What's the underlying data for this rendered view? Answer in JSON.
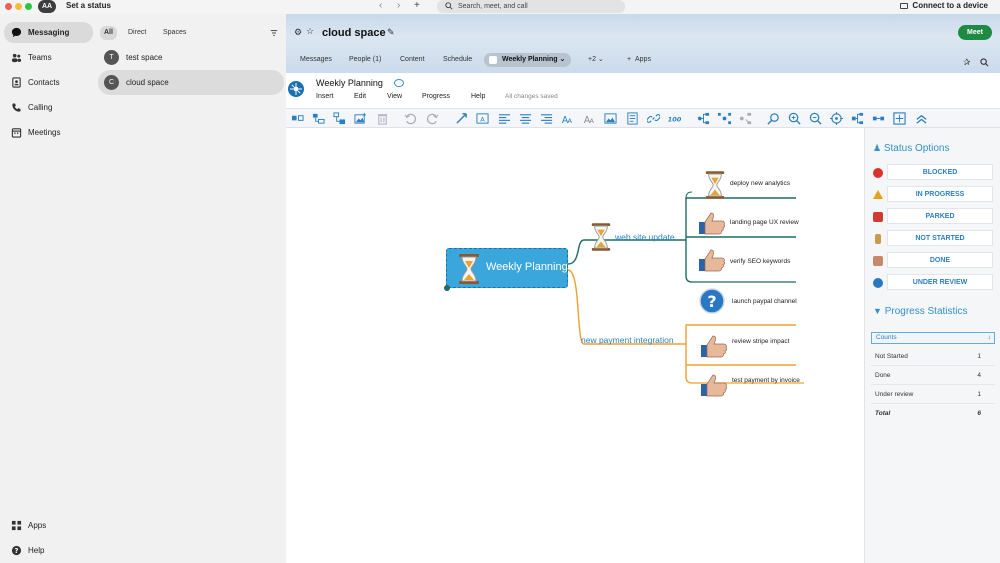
{
  "titlebar": {
    "user_initials": "AA",
    "status_link": "Set a status",
    "search_placeholder": "Search, meet, and call",
    "connect_label": "Connect to a device"
  },
  "nav": {
    "items": [
      {
        "label": "Messaging",
        "icon": "chat-bubble-icon",
        "active": true
      },
      {
        "label": "Teams",
        "icon": "teams-icon",
        "active": false
      },
      {
        "label": "Contacts",
        "icon": "contacts-icon",
        "active": false
      },
      {
        "label": "Calling",
        "icon": "phone-icon",
        "active": false
      },
      {
        "label": "Meetings",
        "icon": "calendar-icon",
        "active": false
      }
    ],
    "apps_label": "Apps",
    "help_label": "Help"
  },
  "spaces": {
    "filters": [
      "All",
      "Direct",
      "Spaces"
    ],
    "active_filter": "All",
    "items": [
      {
        "initial": "T",
        "name": "test space",
        "selected": false
      },
      {
        "initial": "C",
        "name": "cloud space",
        "selected": true
      }
    ]
  },
  "space": {
    "title": "cloud space",
    "meet_label": "Meet",
    "tabs": [
      "Messages",
      "People (1)",
      "Content",
      "Schedule"
    ],
    "active_tab": "Weekly Planning",
    "more_tabs": "+2",
    "apps_tab": "Apps"
  },
  "app": {
    "title": "Weekly Planning",
    "menus": [
      "Insert",
      "Edit",
      "View",
      "Progress",
      "Help"
    ],
    "saved_status": "All changes saved"
  },
  "mindmap": {
    "root": "Weekly Planning",
    "branches": [
      {
        "label": "web site update",
        "color": "#1f6b66",
        "children": [
          {
            "label": "deploy new analytics",
            "icon": "hourglass-icon"
          },
          {
            "label": "landing page UX review",
            "icon": "thumbs-up-icon"
          },
          {
            "label": "verify SEO keywords",
            "icon": "thumbs-up-icon"
          }
        ]
      },
      {
        "label": "new payment integration",
        "color": "#f0a02e",
        "children": [
          {
            "label": "launch paypal channel",
            "icon": "question-icon"
          },
          {
            "label": "review stripe impact",
            "icon": "thumbs-up-icon"
          },
          {
            "label": "test payment by invoice",
            "icon": "thumbs-up-icon"
          }
        ]
      }
    ]
  },
  "status_panel": {
    "title": "Status Options",
    "options": [
      {
        "label": "BLOCKED",
        "icon": "blocked-icon",
        "color": "#d9342b"
      },
      {
        "label": "IN PROGRESS",
        "icon": "warning-icon",
        "color": "#e3a21a"
      },
      {
        "label": "PARKED",
        "icon": "parked-icon",
        "color": "#cf3b2f"
      },
      {
        "label": "NOT STARTED",
        "icon": "hourglass-icon",
        "color": "#c99a4b"
      },
      {
        "label": "DONE",
        "icon": "thumbs-up-icon",
        "color": "#c9876a"
      },
      {
        "label": "UNDER REVIEW",
        "icon": "question-icon",
        "color": "#2b78c2"
      }
    ]
  },
  "progress": {
    "title": "Progress Statistics",
    "select_value": "Counts",
    "rows": [
      {
        "label": "Not Started",
        "value": "1"
      },
      {
        "label": "Done",
        "value": "4"
      },
      {
        "label": "Under review",
        "value": "1"
      }
    ],
    "total_label": "Total",
    "total_value": "6"
  },
  "colors": {
    "accent": "#3391c7",
    "meet_green": "#1f8a44",
    "branch_teal": "#1f6b66",
    "branch_orange": "#f0a02e",
    "root_blue": "#3ba6dc"
  }
}
